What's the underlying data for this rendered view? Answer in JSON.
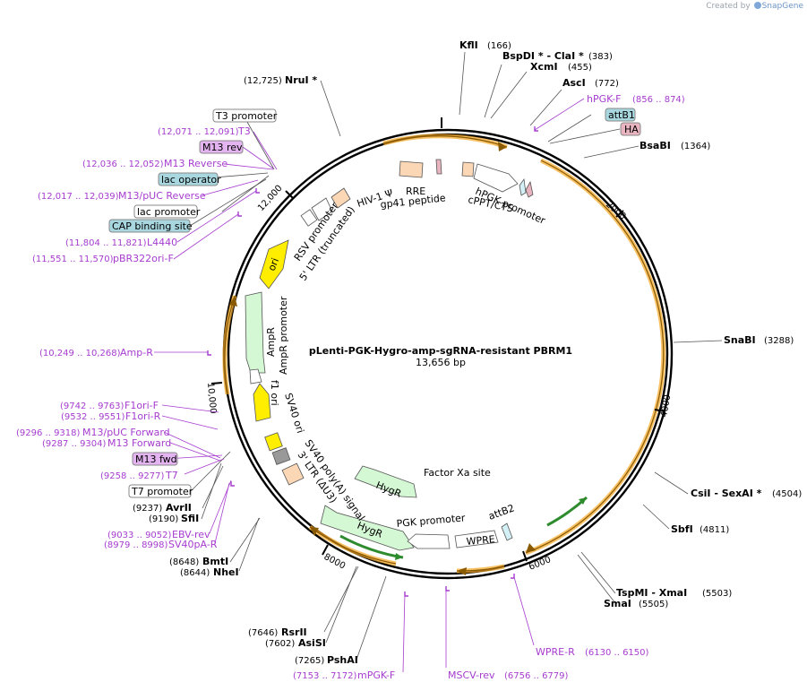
{
  "credit": {
    "prefix": "Created by",
    "brand": "SnapGene"
  },
  "plasmid": {
    "name": "pLenti-PGK-Hygro-amp-sgRNA-resistant PBRM1",
    "length": "13,656 bp"
  },
  "ticks": [
    "2000",
    "4000",
    "6000",
    "8000",
    "10,000",
    "12,000"
  ],
  "enzymes": {
    "kfli": {
      "name": "KflI",
      "pos": "(166)"
    },
    "bspdi": {
      "name": "BspDI * - ClaI *",
      "pos": "(383)"
    },
    "xcmi": {
      "name": "XcmI",
      "pos": "(455)"
    },
    "asci": {
      "name": "AscI",
      "pos": "(772)"
    },
    "bsabi": {
      "name": "BsaBI",
      "pos": "(1364)"
    },
    "snabi": {
      "name": "SnaBI",
      "pos": "(3288)"
    },
    "csii": {
      "name": "CsiI - SexAI *",
      "pos": "(4504)"
    },
    "sbfi": {
      "name": "SbfI",
      "pos": "(4811)"
    },
    "tspmi": {
      "name": "TspMI - XmaI",
      "pos": "(5503)"
    },
    "smai": {
      "name": "SmaI",
      "pos": "(5505)"
    },
    "pshai": {
      "name": "PshAI",
      "pos": "(7265)"
    },
    "rsrii": {
      "name": "RsrII",
      "pos": "(7646)"
    },
    "asisi": {
      "name": "AsiSI",
      "pos": "(7602)"
    },
    "bmti": {
      "name": "BmtI",
      "pos": "(8648)"
    },
    "nhei": {
      "name": "NheI",
      "pos": "(8644)"
    },
    "avrii": {
      "name": "AvrII",
      "pos": "(9237)"
    },
    "sfii": {
      "name": "SfiI",
      "pos": "(9190)"
    },
    "nrui": {
      "name": "NruI *",
      "pos": "(12,725)"
    }
  },
  "primers": {
    "hpgkf": {
      "name": "hPGK-F",
      "pos": "(856 .. 874)"
    },
    "wprer": {
      "name": "WPRE-R",
      "pos": "(6130 .. 6150)"
    },
    "mscvrev": {
      "name": "MSCV-rev",
      "pos": "(6756 .. 6779)"
    },
    "mpgkf": {
      "name": "mPGK-F",
      "pos": "(7153 .. 7172)"
    },
    "sv40pa": {
      "name": "SV40pA-R",
      "pos": "(8979 .. 8998)"
    },
    "ebvrev": {
      "name": "EBV-rev",
      "pos": "(9033 .. 9052)"
    },
    "t7": {
      "name": "T7",
      "pos": "(9258 .. 9277)"
    },
    "m13fwd": {
      "name": "M13 fwd"
    },
    "m13forward": {
      "name": "M13 Forward",
      "pos": "(9287 .. 9304)"
    },
    "m13pucfwd": {
      "name": "M13/pUC Forward",
      "pos": "(9296 .. 9318)"
    },
    "f1orir": {
      "name": "F1ori-R",
      "pos": "(9532 .. 9551)"
    },
    "f1orif": {
      "name": "F1ori-F",
      "pos": "(9742 .. 9763)"
    },
    "ampr": {
      "name": "Amp-R",
      "pos": "(10,249 .. 10,268)"
    },
    "pbr322": {
      "name": "pBR322ori-F",
      "pos": "(11,551 .. 11,570)"
    },
    "l4440": {
      "name": "L4440",
      "pos": "(11,804 .. 11,821)"
    },
    "m13pucrev": {
      "name": "M13/pUC Reverse",
      "pos": "(12,017 .. 12,039)"
    },
    "m13reverse": {
      "name": "M13 Reverse",
      "pos": "(12,036 .. 12,052)"
    },
    "m13rev": {
      "name": "M13 rev"
    },
    "t3": {
      "name": "T3",
      "pos": "(12,071 .. 12,091)"
    }
  },
  "boxed_features": {
    "t3promoter": "T3 promoter",
    "lacoperator": "lac operator",
    "lacpromoter": "lac promoter",
    "capsite": "CAP binding site",
    "attb1": "attB1",
    "ha": "HA",
    "t7promoter": "T7 promoter"
  },
  "inner_features": {
    "hiv": "HIV-1 Ψ",
    "rre": "RRE",
    "gp41": "gp41 peptide",
    "hpgkpromoter": "hPGK promoter",
    "cppt": "cPPT/CTS",
    "rsv": "RSV promoter",
    "ltr5": "5' LTR (truncated)",
    "ori": "ori",
    "ampr": "AmpR",
    "amprpromoter": "AmpR promoter",
    "f1ori": "f1 ori",
    "sv40ori": "SV40 ori",
    "sv40polya": "SV40 poly(A) signal",
    "ltr3": "3' LTR (ΔU3)",
    "hygr1": "HygR",
    "hygr2": "HygR",
    "factorxa": "Factor Xa site",
    "pgkpromoter": "PGK promoter",
    "wpre": "WPRE",
    "attb2": "attB2"
  },
  "colors": {
    "orange": "#f5a623",
    "yellow": "#ffee00",
    "lightgreen": "#d4f7d4",
    "purple": "#a63ccf",
    "tealbox": "#a8d7e0",
    "pinkbox": "#e8b4bf",
    "peach": "#fbd7b5",
    "primerbox": "#e3b4f0"
  }
}
